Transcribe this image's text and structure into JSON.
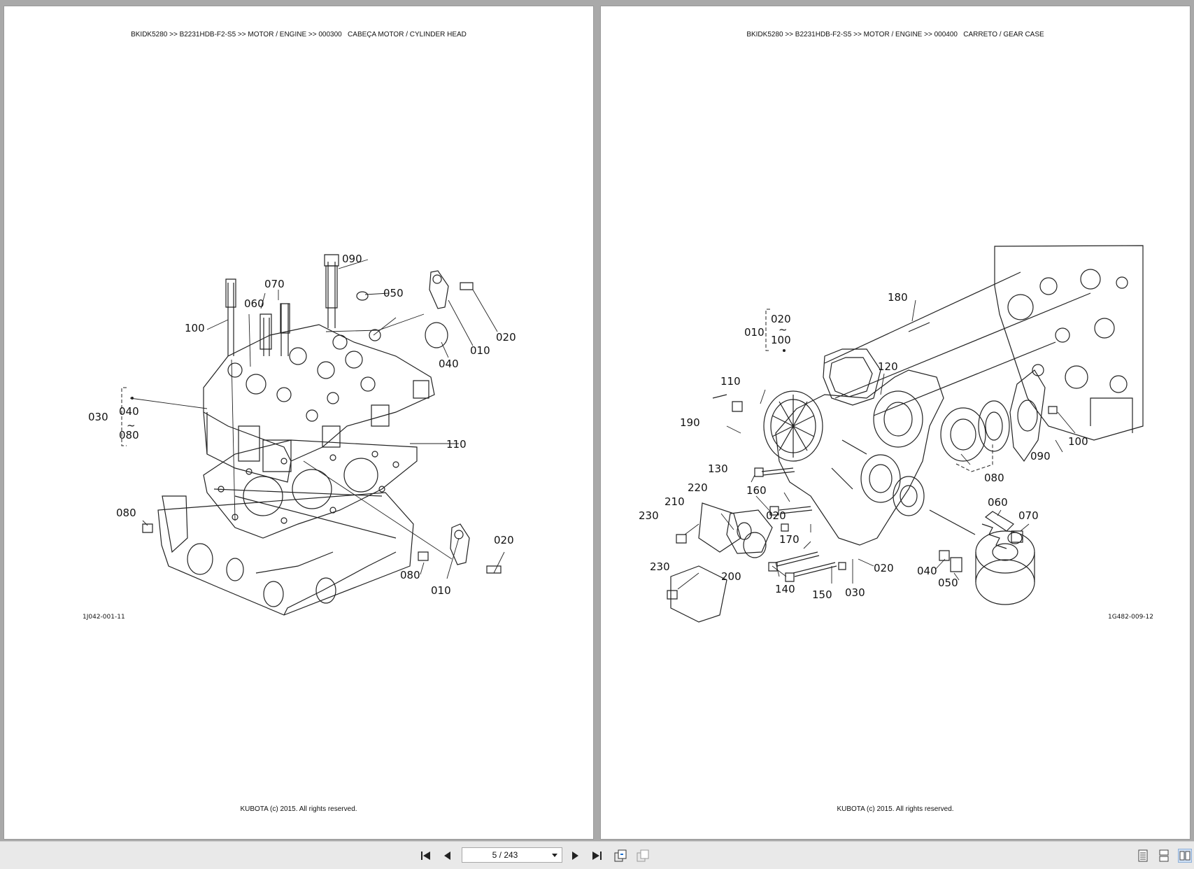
{
  "pages": [
    {
      "header": "BKIDK5280 >> B2231HDB-F2-S5 >> MOTOR / ENGINE >> 000300   CABEÇA MOTOR / CYLINDER HEAD",
      "footer": "KUBOTA (c) 2015. All rights reserved.",
      "drawing_code": "1J042-001-11",
      "callouts": {
        "c090": "090",
        "c070": "070",
        "c050": "050",
        "c060": "060",
        "c100": "100",
        "c020a": "020",
        "c010a": "010",
        "c040a": "040",
        "c030": "030",
        "c040b": "040",
        "c080a": "080",
        "c110": "110",
        "c080b": "080",
        "c080c": "080",
        "c020b": "020",
        "c010b": "010",
        "tilde": "~"
      }
    },
    {
      "header": "BKIDK5280 >> B2231HDB-F2-S5 >> MOTOR / ENGINE >> 000400   CARRETO / GEAR CASE",
      "footer": "KUBOTA (c) 2015. All rights reserved.",
      "drawing_code": "1G482-009-12",
      "callouts": {
        "c180": "180",
        "c020": "020",
        "c010": "010",
        "c100a": "100",
        "c120": "120",
        "c110": "110",
        "c190": "190",
        "c130": "130",
        "c160": "160",
        "c220": "220",
        "c210": "210",
        "c230a": "230",
        "c020b": "020",
        "c170": "170",
        "c200": "200",
        "c230b": "230",
        "c140": "140",
        "c150": "150",
        "c030": "030",
        "c020c": "020",
        "c040": "040",
        "c050": "050",
        "c060": "060",
        "c070": "070",
        "c090": "090",
        "c100b": "100",
        "c080": "080",
        "tilde": "~"
      }
    }
  ],
  "toolbar": {
    "page_indicator": "5 / 243",
    "icons": [
      "first-page-icon",
      "prev-page-icon",
      "next-page-icon",
      "last-page-icon",
      "rotate-icon",
      "fit-page-icon",
      "single-page-view-icon",
      "continuous-view-icon",
      "two-page-view-icon"
    ]
  }
}
